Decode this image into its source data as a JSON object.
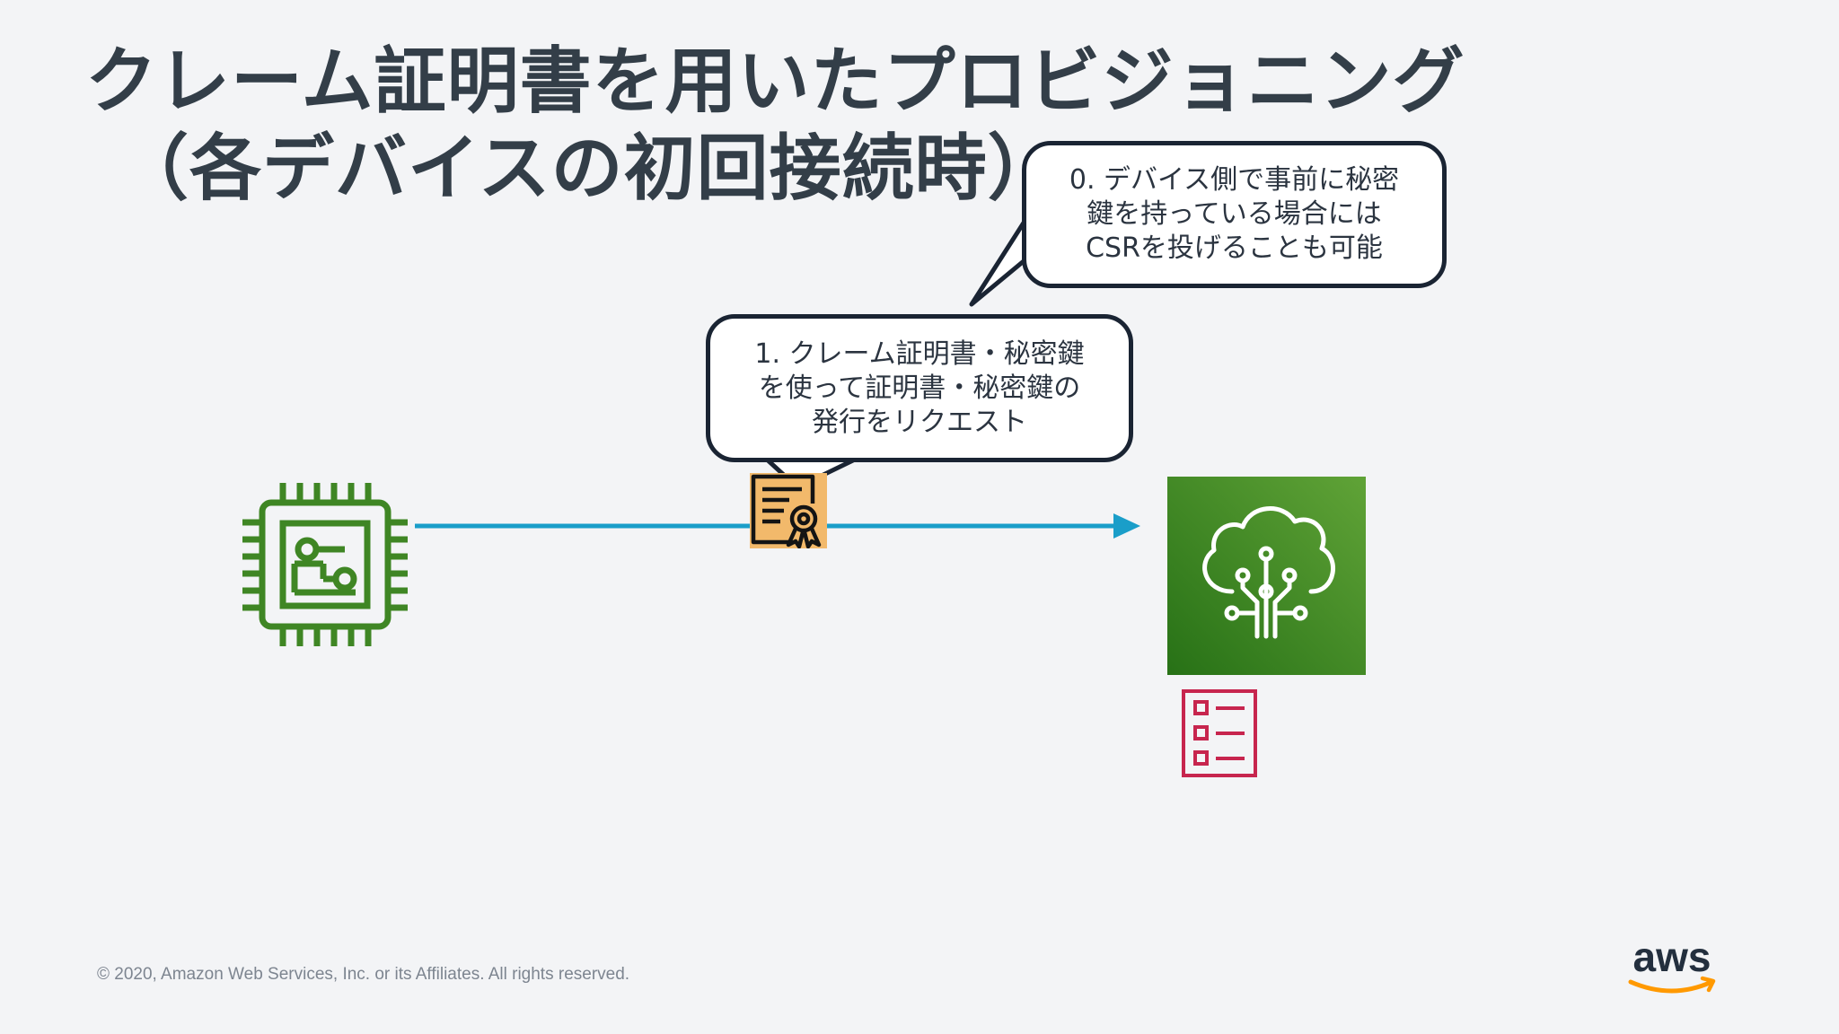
{
  "title": {
    "line1": "クレーム証明書を用いたプロビジョニング",
    "line2": "（各デバイスの初回接続時）"
  },
  "callout_0": {
    "lines": [
      "0. デバイス側で事前に秘密",
      "鍵を持っている場合には",
      "CSRを投げることも可能"
    ]
  },
  "callout_1": {
    "lines": [
      "1. クレーム証明書・秘密鍵",
      "を使って証明書・秘密鍵の",
      "発行をリクエスト"
    ]
  },
  "icons": {
    "device": "microchip-icon",
    "certificate": "certificate-icon",
    "cloud_service": "iot-core-cloud-icon",
    "template": "checklist-template-icon"
  },
  "colors": {
    "background": "#f3f4f6",
    "title": "#333e48",
    "arrow": "#1a9ec9",
    "chip_green": "#3f8624",
    "service_green_top": "#60a337",
    "service_green_bottom": "#277116",
    "cert_orange": "#f2b96b",
    "template_pink": "#c7254e",
    "aws_smile": "#ff9900"
  },
  "footer": {
    "copyright": "© 2020, Amazon Web Services, Inc. or its Affiliates. All rights reserved.",
    "logo_text": "aws"
  }
}
